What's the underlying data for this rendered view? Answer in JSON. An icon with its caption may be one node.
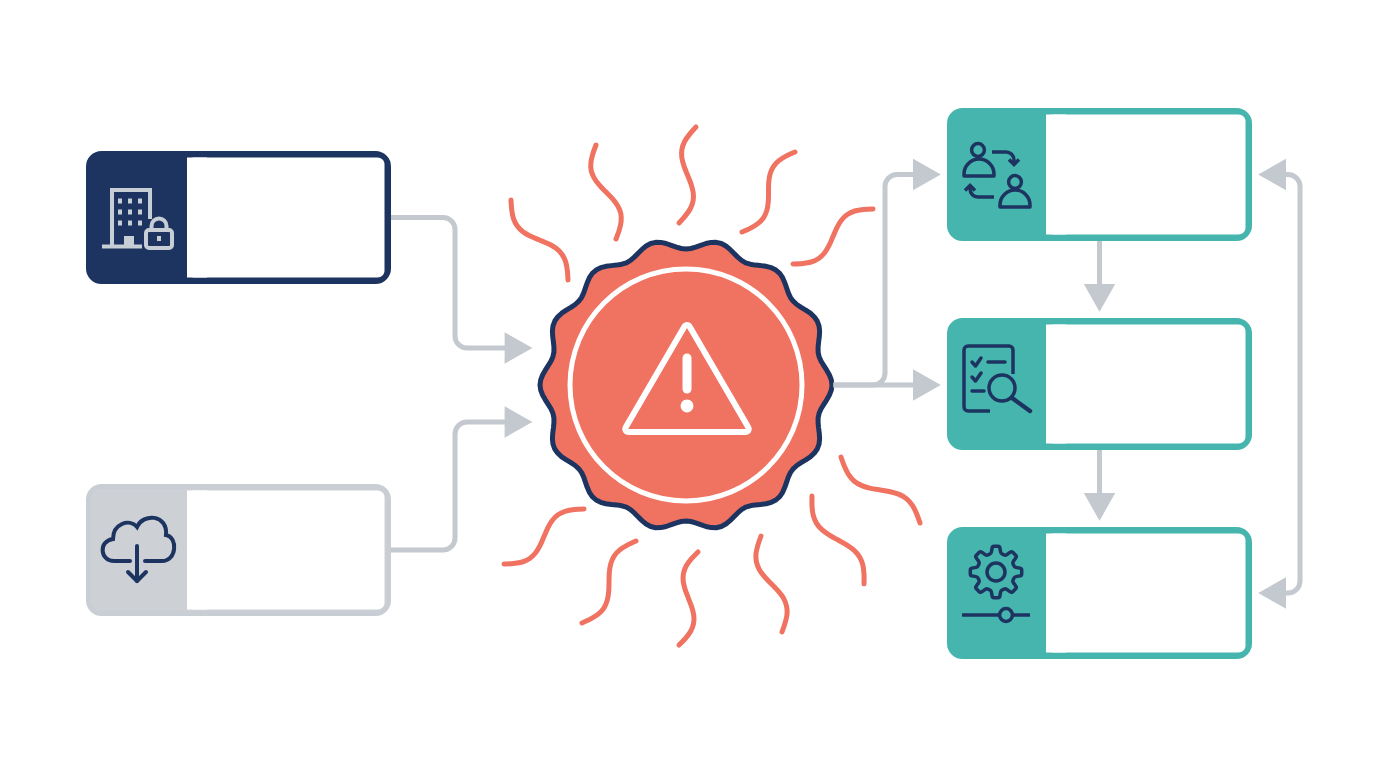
{
  "diagram": {
    "nodes": [
      {
        "text": [],
        "shape": "box"
      },
      {
        "text": [],
        "shape": "box"
      },
      {
        "text": [],
        "shape": "circle"
      },
      {
        "text": [],
        "shape": "box"
      },
      {
        "text": [],
        "shape": "box"
      },
      {
        "text": [],
        "shape": "box"
      }
    ],
    "edges": [
      {
        "from": 0,
        "to": 2,
        "arrow": "to"
      },
      {
        "from": 1,
        "to": 2,
        "arrow": "to"
      },
      {
        "from": 2,
        "to": 3,
        "arrow": "to"
      },
      {
        "from": 2,
        "to": 4,
        "arrow": "to"
      },
      {
        "from": 3,
        "to": 4,
        "arrow": "to"
      },
      {
        "from": 4,
        "to": 5,
        "arrow": "to"
      },
      {
        "from": 3,
        "to": 5,
        "arrow": "both"
      }
    ]
  }
}
